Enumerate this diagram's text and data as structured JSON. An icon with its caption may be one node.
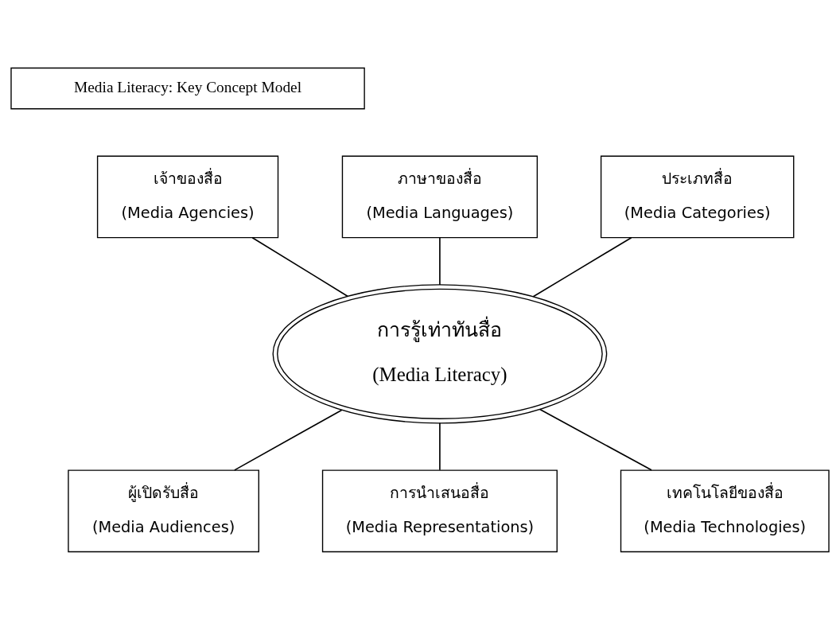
{
  "diagram": {
    "nodes": [
      {
        "text": [
          "Media Literacy: Key Concept Model"
        ]
      },
      {
        "text": [
          "เจ้าของสื่อ",
          "(Media Agencies)"
        ]
      },
      {
        "text": [
          "ภาษาของสื่อ",
          "(Media Languages)"
        ]
      },
      {
        "text": [
          "ประเภทสื่อ",
          "(Media Categories)"
        ]
      },
      {
        "text": [
          "การรู้เท่าทันสื่อ",
          "(Media Literacy)"
        ]
      },
      {
        "text": [
          "ผู้เปิดรับสื่อ",
          "(Media Audiences)"
        ]
      },
      {
        "text": [
          "เทคโนโลยีของสื่อ",
          "(Media Technologies)"
        ]
      },
      {
        "text": [
          "การนำเสนอสื่อ",
          "(Media Representations)"
        ]
      }
    ],
    "edges": [
      {
        "from": 1,
        "to": 4,
        "arrow": "none"
      },
      {
        "from": 2,
        "to": 4,
        "arrow": "none"
      },
      {
        "from": 3,
        "to": 4,
        "arrow": "none"
      },
      {
        "from": 4,
        "to": 5,
        "arrow": "none"
      },
      {
        "from": 4,
        "to": 6,
        "arrow": "none"
      },
      {
        "from": 4,
        "to": 7,
        "arrow": "none"
      }
    ]
  }
}
